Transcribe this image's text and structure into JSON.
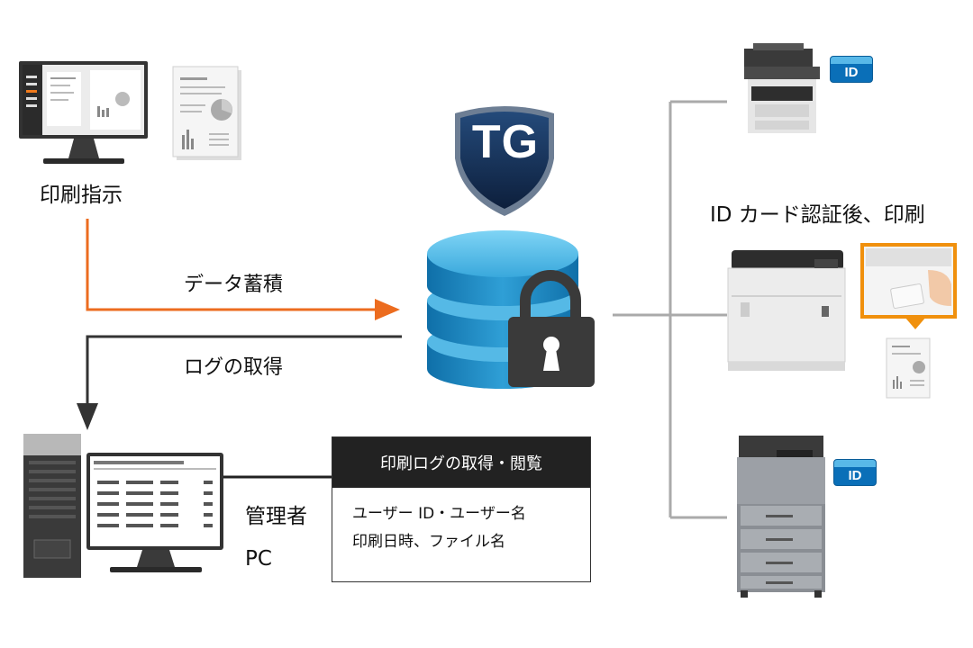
{
  "labels": {
    "print_instruction": "印刷指示",
    "data_storage": "データ蓄積",
    "log_retrieval": "ログの取得",
    "admin": "管理者",
    "pc": "PC",
    "id_card_print": "ID カード認証後、印刷"
  },
  "logo": {
    "text": "TG"
  },
  "log_box": {
    "title": "印刷ログの取得・閲覧",
    "line1": "ユーザー ID・ユーザー名",
    "line2": "印刷日時、ファイル名"
  },
  "badges": {
    "id_top": "ID",
    "id_bottom": "ID"
  },
  "colors": {
    "orange_arrow": "#ec6c1f",
    "black_arrow": "#333333",
    "gray_line": "#aaaaaa",
    "db_blue": "#2a8ec8",
    "shield_navy": "#13294b",
    "lock": "#3a3a3a"
  },
  "icons": [
    "client-monitor-icon",
    "document-icon",
    "shield-icon",
    "database-icon",
    "padlock-icon",
    "tower-pc-icon",
    "admin-monitor-icon",
    "mfp-printer-icon",
    "laser-printer-icon",
    "id-card-photo-icon",
    "large-copier-icon"
  ]
}
